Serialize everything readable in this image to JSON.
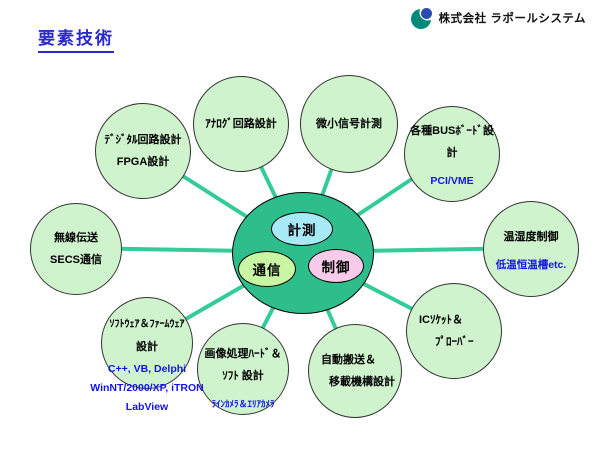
{
  "header": {
    "title": "要素技術"
  },
  "logo": {
    "company": "株式会社 ラポールシステム"
  },
  "hub": {
    "nodes": [
      {
        "label": "計測"
      },
      {
        "label": "通信"
      },
      {
        "label": "制御"
      }
    ]
  },
  "bubbles": [
    {
      "name": "digital-circuit",
      "lines": [
        "ﾃﾞｼﾞﾀﾙ回路設計",
        "FPGA設計"
      ],
      "subs": []
    },
    {
      "name": "analog-circuit",
      "lines": [
        "ｱﾅﾛｸﾞ回路設計"
      ],
      "subs": []
    },
    {
      "name": "micro-signal",
      "lines": [
        "微小信号計測"
      ],
      "subs": []
    },
    {
      "name": "bus-board",
      "lines": [
        "各種BUSﾎﾞｰﾄﾞ設計"
      ],
      "subs": [
        "PCI/VME"
      ]
    },
    {
      "name": "temp-humidity",
      "lines": [
        "温湿度制御"
      ],
      "subs": [
        "低温恒温槽etc."
      ]
    },
    {
      "name": "ic-socket",
      "lines": [
        "ICｿｹｯﾄ＆",
        "ﾌﾟﾛｰﾊﾞｰ"
      ],
      "subs": []
    },
    {
      "name": "auto-transfer",
      "lines": [
        "自動搬送＆",
        "移載機構設計"
      ],
      "subs": []
    },
    {
      "name": "image-processing",
      "lines": [
        "画像処理ﾊｰﾄﾞ＆",
        "ｿﾌﾄ 設計"
      ],
      "subs": [
        "ﾗｲﾝｶﾒﾗ＆ｴﾘｱｶﾒﾗ"
      ]
    },
    {
      "name": "software-firmware",
      "lines": [
        "ｿﾌﾄｳｪｱ＆ﾌｧｰﾑｳｪｱ",
        "設計"
      ],
      "subs": [
        "C++, VB, Delphi",
        "WinNT/2000/XP, iTRON",
        "LabView"
      ]
    },
    {
      "name": "wireless",
      "lines": [
        "無線伝送",
        "SECS通信"
      ],
      "subs": []
    }
  ],
  "colors": {
    "title": "#2929CC",
    "hub_fill": "#2EBE8C",
    "spoke": "#33CC99",
    "bubble_fill": "#CFF3CC",
    "bubble_border": "#333333",
    "node_keisoku": "#A8E9F8",
    "node_tsushin": "#C9F6A2",
    "node_seigyo": "#F7CBE9",
    "accent_blue_text": "#1414E8",
    "logo_teal": "#00897B",
    "logo_blue": "#2B4BAF"
  }
}
